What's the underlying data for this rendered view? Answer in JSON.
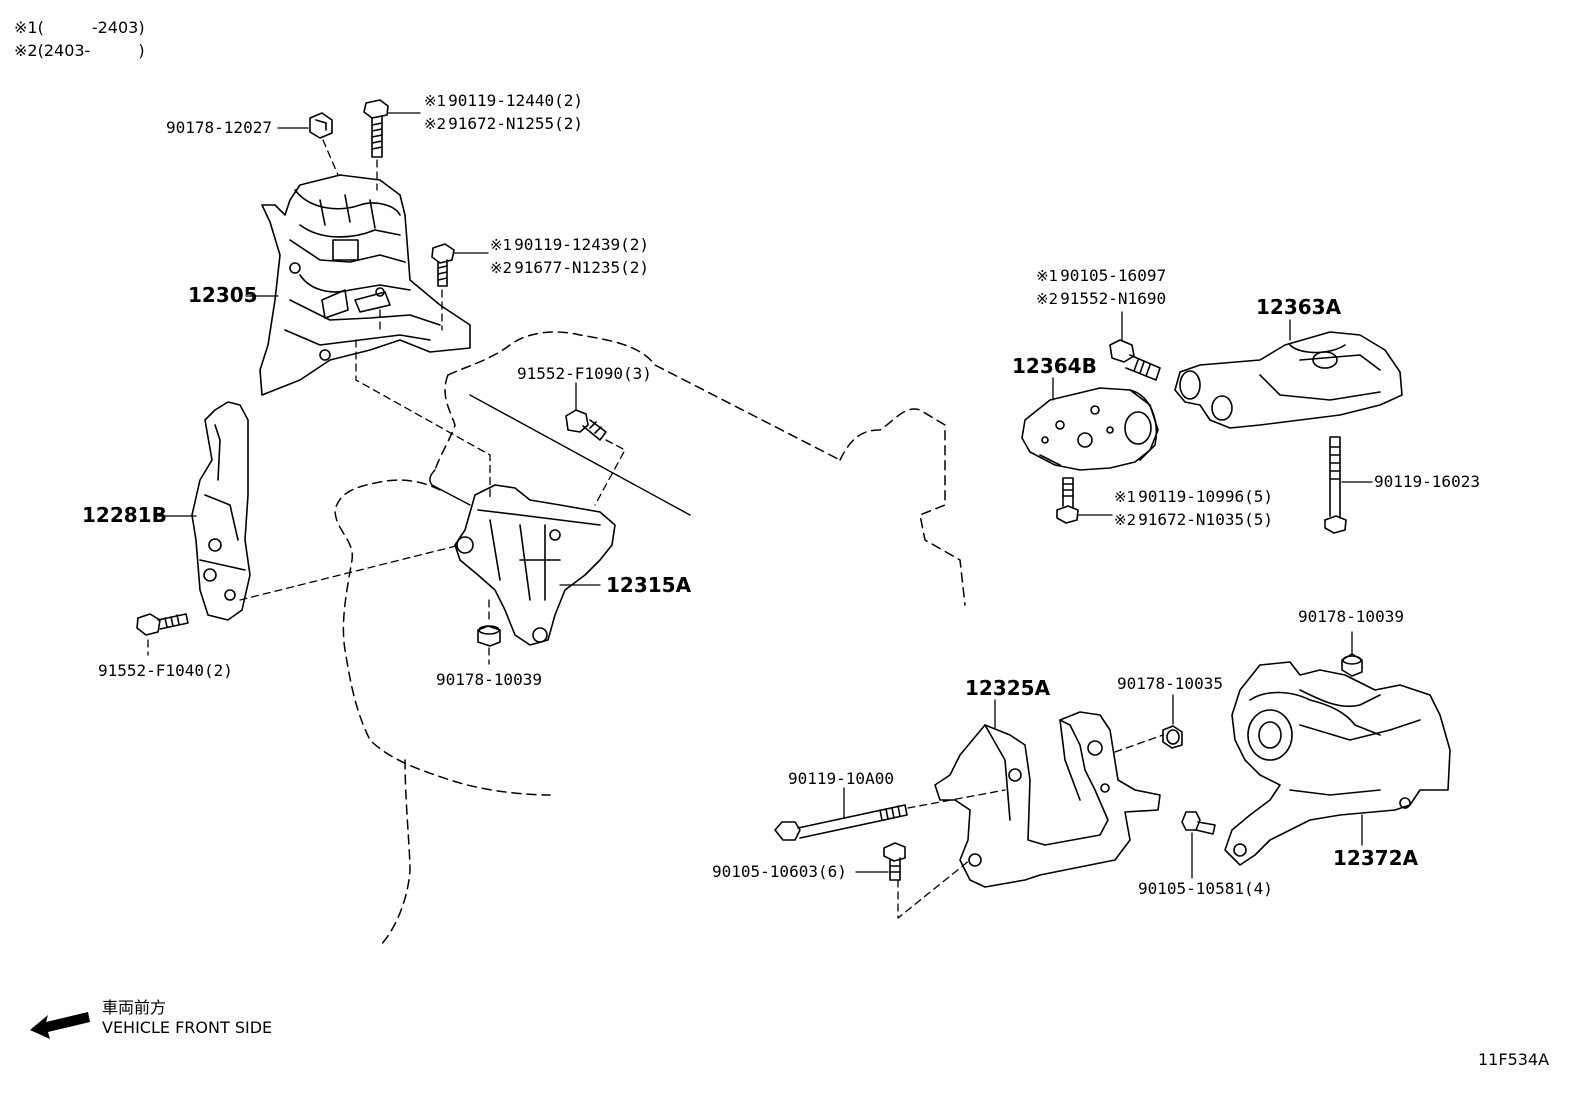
{
  "notes": {
    "note1": {
      "mark": "※1",
      "text": "(　　　-2403)"
    },
    "note2": {
      "mark": "※2",
      "text": "(2403-　　　)"
    }
  },
  "parts": {
    "p12305": "12305",
    "p12281B": "12281B",
    "p12315A": "12315A",
    "p12364B": "12364B",
    "p12363A": "12363A",
    "p12325A": "12325A",
    "p12372A": "12372A"
  },
  "fasteners": {
    "f90178_12027": "90178-12027",
    "f_top_bolt_1": {
      "mark": "※1",
      "text": "90119-12440(2)"
    },
    "f_top_bolt_2": {
      "mark": "※2",
      "text": "91672-N1255(2)"
    },
    "f_side_bolt_1": {
      "mark": "※1",
      "text": "90119-12439(2)"
    },
    "f_side_bolt_2": {
      "mark": "※2",
      "text": "91677-N1235(2)"
    },
    "f91552_F1090": "91552-F1090(3)",
    "f91552_F1040": "91552-F1040(2)",
    "f90178_10039_a": "90178-10039",
    "f_rr_bolt_1": {
      "mark": "※1",
      "text": "90105-16097"
    },
    "f_rr_bolt_2": {
      "mark": "※2",
      "text": "91552-N1690"
    },
    "f_small_bolt_1": {
      "mark": "※1",
      "text": "90119-10996(5)"
    },
    "f_small_bolt_2": {
      "mark": "※2",
      "text": "91672-N1035(5)"
    },
    "f90119_16023": "90119-16023",
    "f90178_10039_b": "90178-10039",
    "f90178_10035": "90178-10035",
    "f90119_10A00": "90119-10A00",
    "f90105_10603": "90105-10603(6)",
    "f90105_10581": "90105-10581(4)"
  },
  "direction": {
    "jp": "車両前方",
    "en": "VEHICLE FRONT SIDE",
    "icon": "arrow-left-icon"
  },
  "figure_code": "11F534A"
}
